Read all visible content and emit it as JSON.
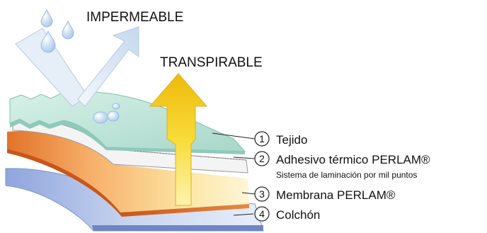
{
  "headings": {
    "waterproof": "IMPERMEABLE",
    "breathable": "TRANSPIRABLE"
  },
  "layers": [
    {
      "number": "1",
      "label": "Tejido",
      "sublabel": ""
    },
    {
      "number": "2",
      "label": "Adhesivo térmico PERLAM®",
      "sublabel": "Sistema de laminación por mil puntos"
    },
    {
      "number": "3",
      "label": "Membrana PERLAM®",
      "sublabel": ""
    },
    {
      "number": "4",
      "label": "Colchón",
      "sublabel": ""
    }
  ],
  "colors": {
    "background": "#ffffff",
    "fabric": "#bfe6da",
    "fabric_edge": "#a8d7c9",
    "adhesive": "#f2f2f2",
    "membrane_light": "#fde6a6",
    "membrane_mid": "#f7b06a",
    "membrane_dark": "#e2722a",
    "mattress": "#aebfe6",
    "mattress_edge": "#7f95cc",
    "arrow_yellow": "#f5d21e",
    "arrow_blue": "#dbe8f5",
    "drop": "#bcd6ee"
  },
  "icons": [
    "water-drop-icon",
    "waterproof-arrow-icon",
    "breathable-arrow-icon",
    "number-circle-icon"
  ]
}
